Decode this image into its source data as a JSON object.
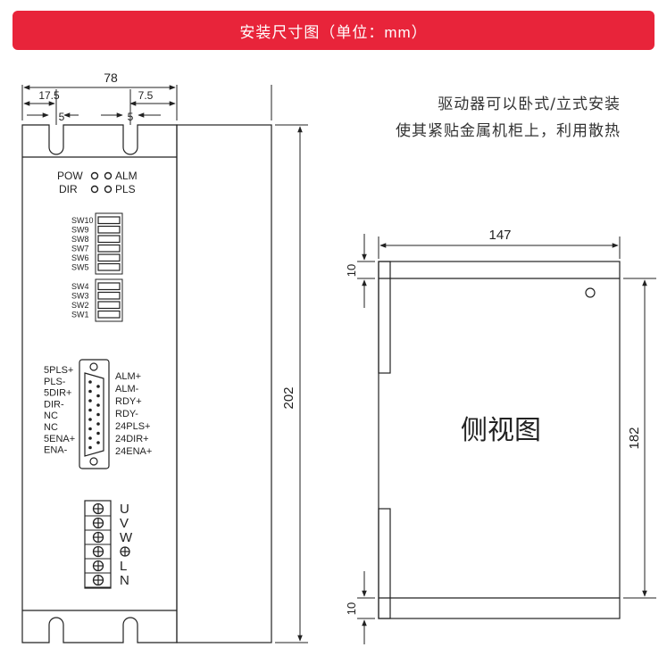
{
  "banner": {
    "title": "安装尺寸图（单位：mm）"
  },
  "note": {
    "line1": "驱动器可以卧式/立式安装",
    "line2": "使其紧贴金属机柜上，利用散热"
  },
  "front_view": {
    "width_dim": "78",
    "left_offset_dim": "17.5",
    "right_offset_dim": "7.5",
    "slot_left_dim": "5",
    "slot_right_dim": "5",
    "height_dim": "202",
    "leds": {
      "pow": "POW",
      "alm": "ALM",
      "dir": "DIR",
      "pls": "PLS"
    },
    "switches_upper": [
      "SW10",
      "SW9",
      "SW8",
      "SW7",
      "SW6",
      "SW5"
    ],
    "switches_lower": [
      "SW4",
      "SW3",
      "SW2",
      "SW1"
    ],
    "connector_left_pins": [
      "5PLS+",
      "PLS-",
      "5DIR+",
      "DIR-",
      "NC",
      "NC",
      "5ENA+",
      "ENA-"
    ],
    "connector_right_pins": [
      "ALM+",
      "ALM-",
      "RDY+",
      "RDY-",
      "24PLS+",
      "24DIR+",
      "24ENA+"
    ],
    "terminal_labels": [
      "U",
      "V",
      "W",
      "",
      "L",
      "N"
    ]
  },
  "side_view": {
    "width_dim": "147",
    "height_dim": "182",
    "top_dim": "10",
    "bottom_dim": "10",
    "label": "侧视图"
  },
  "colors": {
    "banner": "#e8243a",
    "line": "#222222"
  }
}
